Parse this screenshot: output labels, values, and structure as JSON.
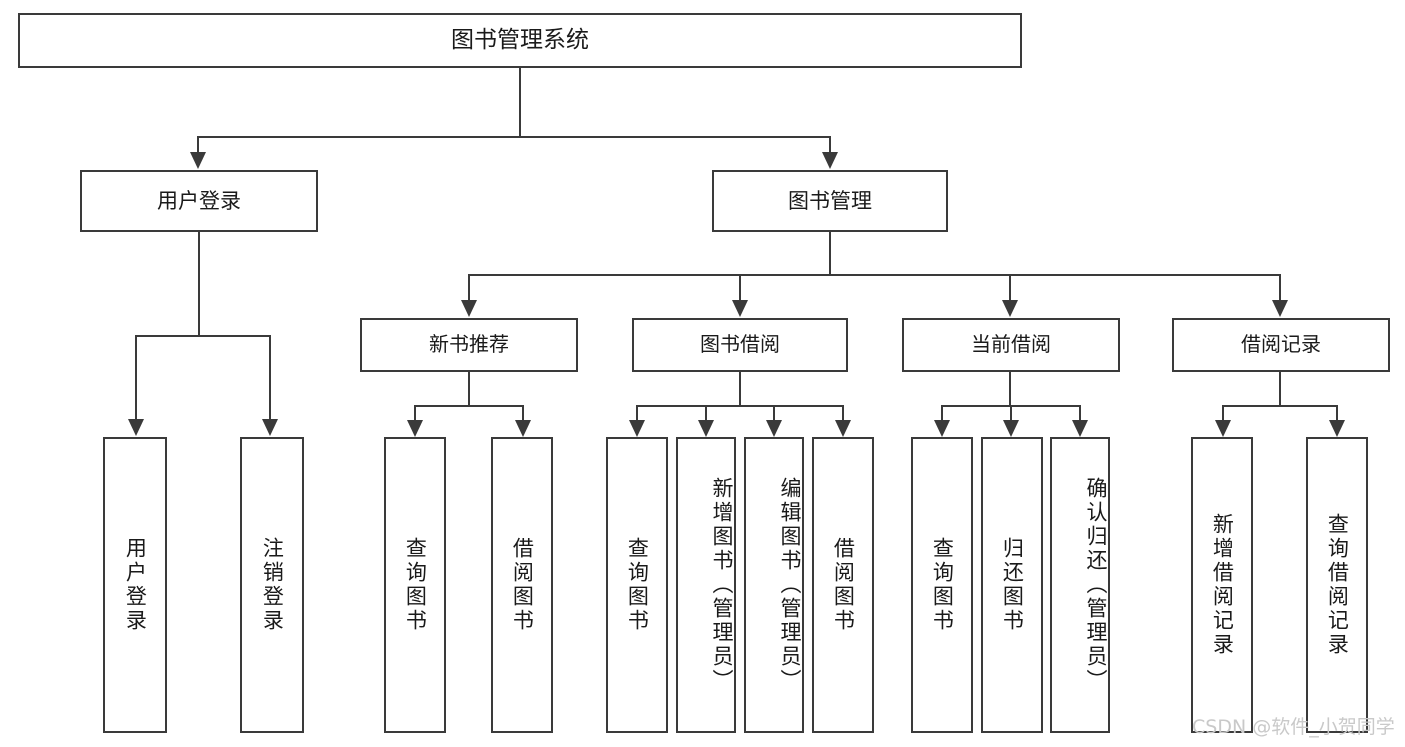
{
  "diagram": {
    "title": "图书管理系统",
    "type": "functional-structure-tree",
    "root": {
      "label": "图书管理系统"
    },
    "level1": [
      {
        "id": "user-login",
        "label": "用户登录"
      },
      {
        "id": "book-manage",
        "label": "图书管理"
      }
    ],
    "level2": [
      {
        "id": "new-book-recommend",
        "label": "新书推荐",
        "parent": "book-manage"
      },
      {
        "id": "book-borrow",
        "label": "图书借阅",
        "parent": "book-manage"
      },
      {
        "id": "current-borrow",
        "label": "当前借阅",
        "parent": "book-manage"
      },
      {
        "id": "borrow-record",
        "label": "借阅记录",
        "parent": "book-manage"
      }
    ],
    "leaves": [
      {
        "id": "leaf-user-login",
        "label": "用户登录",
        "parent": "user-login"
      },
      {
        "id": "leaf-user-logout",
        "label": "注销登录",
        "parent": "user-login"
      },
      {
        "id": "leaf-query-book-1",
        "label": "查询图书",
        "parent": "new-book-recommend"
      },
      {
        "id": "leaf-borrow-book-1",
        "label": "借阅图书",
        "parent": "new-book-recommend"
      },
      {
        "id": "leaf-query-book-2",
        "label": "查询图书",
        "parent": "book-borrow"
      },
      {
        "id": "leaf-add-book",
        "label": "新增图书（管理员）",
        "parent": "book-borrow"
      },
      {
        "id": "leaf-edit-book",
        "label": "编辑图书（管理员）",
        "parent": "book-borrow"
      },
      {
        "id": "leaf-borrow-book-2",
        "label": "借阅图书",
        "parent": "book-borrow"
      },
      {
        "id": "leaf-query-book-3",
        "label": "查询图书",
        "parent": "current-borrow"
      },
      {
        "id": "leaf-return-book",
        "label": "归还图书",
        "parent": "current-borrow"
      },
      {
        "id": "leaf-confirm-return",
        "label": "确认归还（管理员）",
        "parent": "current-borrow"
      },
      {
        "id": "leaf-add-record",
        "label": "新增借阅记录",
        "parent": "borrow-record"
      },
      {
        "id": "leaf-query-record",
        "label": "查询借阅记录",
        "parent": "borrow-record"
      }
    ],
    "watermark": "CSDN @软件_小贺同学",
    "colors": {
      "stroke": "#3a3a3a",
      "background": "#ffffff",
      "text": "#1a1a1a",
      "watermark": "#c9c9c9"
    }
  }
}
